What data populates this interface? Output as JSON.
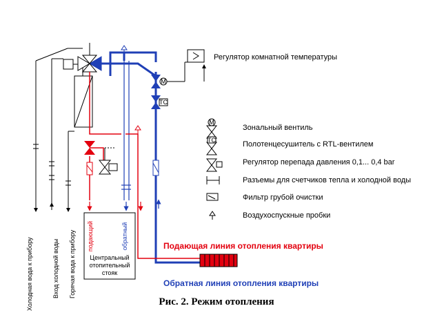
{
  "legend": {
    "room_regulator": "Регулятор комнатной температуры",
    "items": [
      {
        "icon": "zone-valve-icon",
        "label": "Зональный вентиль"
      },
      {
        "icon": "towel-dryer-valve-icon",
        "label": "Полотенцесушитель с RTL-вентилем"
      },
      {
        "icon": "pressure-regulator-icon",
        "label": "Регулятор перепада давления 0,1... 0,4 bar"
      },
      {
        "icon": "meter-connector-icon",
        "label": "Разъемы для счетчиков тепла и холодной воды"
      },
      {
        "icon": "filter-icon",
        "label": "Фильтр грубой очистки"
      },
      {
        "icon": "air-vent-icon",
        "label": "Воздухоспускные пробки"
      }
    ]
  },
  "lines": {
    "supply": "Подающая линия отопления квартиры",
    "return": "Обратная линия отопления квартиры"
  },
  "riser": {
    "supply_label": "подающий",
    "return_label": "обратный",
    "title_line1": "Центральный",
    "title_line2": "отопительный",
    "title_line3": "стояк"
  },
  "side_labels": {
    "cold_out": "Холодная вода к прибору",
    "cold_in": "Вход холодной воды",
    "hot_out": "Горячая вода к прибору"
  },
  "symbol_letters": {
    "motor": "M",
    "thermostat": "TC"
  },
  "caption": "Рис. 2. Режим отопления",
  "colors": {
    "supply": "#e3000f",
    "return": "#1f3fb6",
    "line": "#000000"
  }
}
